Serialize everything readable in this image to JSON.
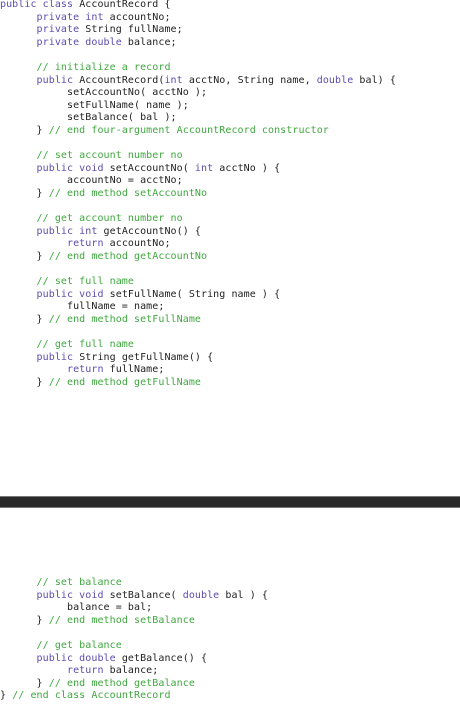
{
  "document": {
    "colors": {
      "keyword": "#5d4cb0",
      "plain": "#222222",
      "comment": "#3fa83f",
      "divider": "#2a2a2a"
    },
    "page1": [
      [
        [
          "kw",
          "public class "
        ],
        [
          "pl",
          "AccountRecord {"
        ]
      ],
      [
        [
          "kw",
          "      private int "
        ],
        [
          "pl",
          "accountNo;"
        ]
      ],
      [
        [
          "kw",
          "      private "
        ],
        [
          "pl",
          "String fullName;"
        ]
      ],
      [
        [
          "kw",
          "      private double "
        ],
        [
          "pl",
          "balance;"
        ]
      ],
      [
        [
          "pl",
          ""
        ]
      ],
      [
        [
          "cm",
          "      // initialize a record"
        ]
      ],
      [
        [
          "kw",
          "      public "
        ],
        [
          "pl",
          "AccountRecord("
        ],
        [
          "kw",
          "int "
        ],
        [
          "pl",
          "acctNo, String name, "
        ],
        [
          "kw",
          "double "
        ],
        [
          "pl",
          "bal) {"
        ]
      ],
      [
        [
          "pl",
          "           setAccountNo( acctNo );"
        ]
      ],
      [
        [
          "pl",
          "           setFullName( name );"
        ]
      ],
      [
        [
          "pl",
          "           setBalance( bal );"
        ]
      ],
      [
        [
          "pl",
          "      } "
        ],
        [
          "cm",
          "// end four-argument AccountRecord constructor"
        ]
      ],
      [
        [
          "pl",
          ""
        ]
      ],
      [
        [
          "cm",
          "      // set account number no"
        ]
      ],
      [
        [
          "kw",
          "      public void "
        ],
        [
          "pl",
          "setAccountNo( "
        ],
        [
          "kw",
          "int "
        ],
        [
          "pl",
          "acctNo ) {"
        ]
      ],
      [
        [
          "pl",
          "           accountNo = acctNo;"
        ]
      ],
      [
        [
          "pl",
          "      } "
        ],
        [
          "cm",
          "// end method setAccountNo"
        ]
      ],
      [
        [
          "pl",
          ""
        ]
      ],
      [
        [
          "cm",
          "      // get account number no"
        ]
      ],
      [
        [
          "kw",
          "      public int "
        ],
        [
          "pl",
          "getAccountNo() {"
        ]
      ],
      [
        [
          "kw",
          "           return "
        ],
        [
          "pl",
          "accountNo;"
        ]
      ],
      [
        [
          "pl",
          "      } "
        ],
        [
          "cm",
          "// end method getAccountNo"
        ]
      ],
      [
        [
          "pl",
          ""
        ]
      ],
      [
        [
          "cm",
          "      // set full name"
        ]
      ],
      [
        [
          "kw",
          "      public void "
        ],
        [
          "pl",
          "setFullName( String name ) {"
        ]
      ],
      [
        [
          "pl",
          "           fullName = name;"
        ]
      ],
      [
        [
          "pl",
          "      } "
        ],
        [
          "cm",
          "// end method setFullName"
        ]
      ],
      [
        [
          "pl",
          ""
        ]
      ],
      [
        [
          "cm",
          "      // get full name"
        ]
      ],
      [
        [
          "kw",
          "      public "
        ],
        [
          "pl",
          "String getFullName() {"
        ]
      ],
      [
        [
          "kw",
          "           return "
        ],
        [
          "pl",
          "fullName;"
        ]
      ],
      [
        [
          "pl",
          "      } "
        ],
        [
          "cm",
          "// end method getFullName"
        ]
      ]
    ],
    "page2": [
      [
        [
          "cm",
          "      // set balance"
        ]
      ],
      [
        [
          "kw",
          "      public void "
        ],
        [
          "pl",
          "setBalance( "
        ],
        [
          "kw",
          "double "
        ],
        [
          "pl",
          "bal ) {"
        ]
      ],
      [
        [
          "pl",
          "           balance = bal;"
        ]
      ],
      [
        [
          "pl",
          "      } "
        ],
        [
          "cm",
          "// end method setBalance"
        ]
      ],
      [
        [
          "pl",
          ""
        ]
      ],
      [
        [
          "cm",
          "      // get balance"
        ]
      ],
      [
        [
          "kw",
          "      public double "
        ],
        [
          "pl",
          "getBalance() {"
        ]
      ],
      [
        [
          "kw",
          "           return "
        ],
        [
          "pl",
          "balance;"
        ]
      ],
      [
        [
          "pl",
          "      } "
        ],
        [
          "cm",
          "// end method getBalance"
        ]
      ],
      [
        [
          "pl",
          "} "
        ],
        [
          "cm",
          "// end class AccountRecord"
        ]
      ]
    ]
  }
}
